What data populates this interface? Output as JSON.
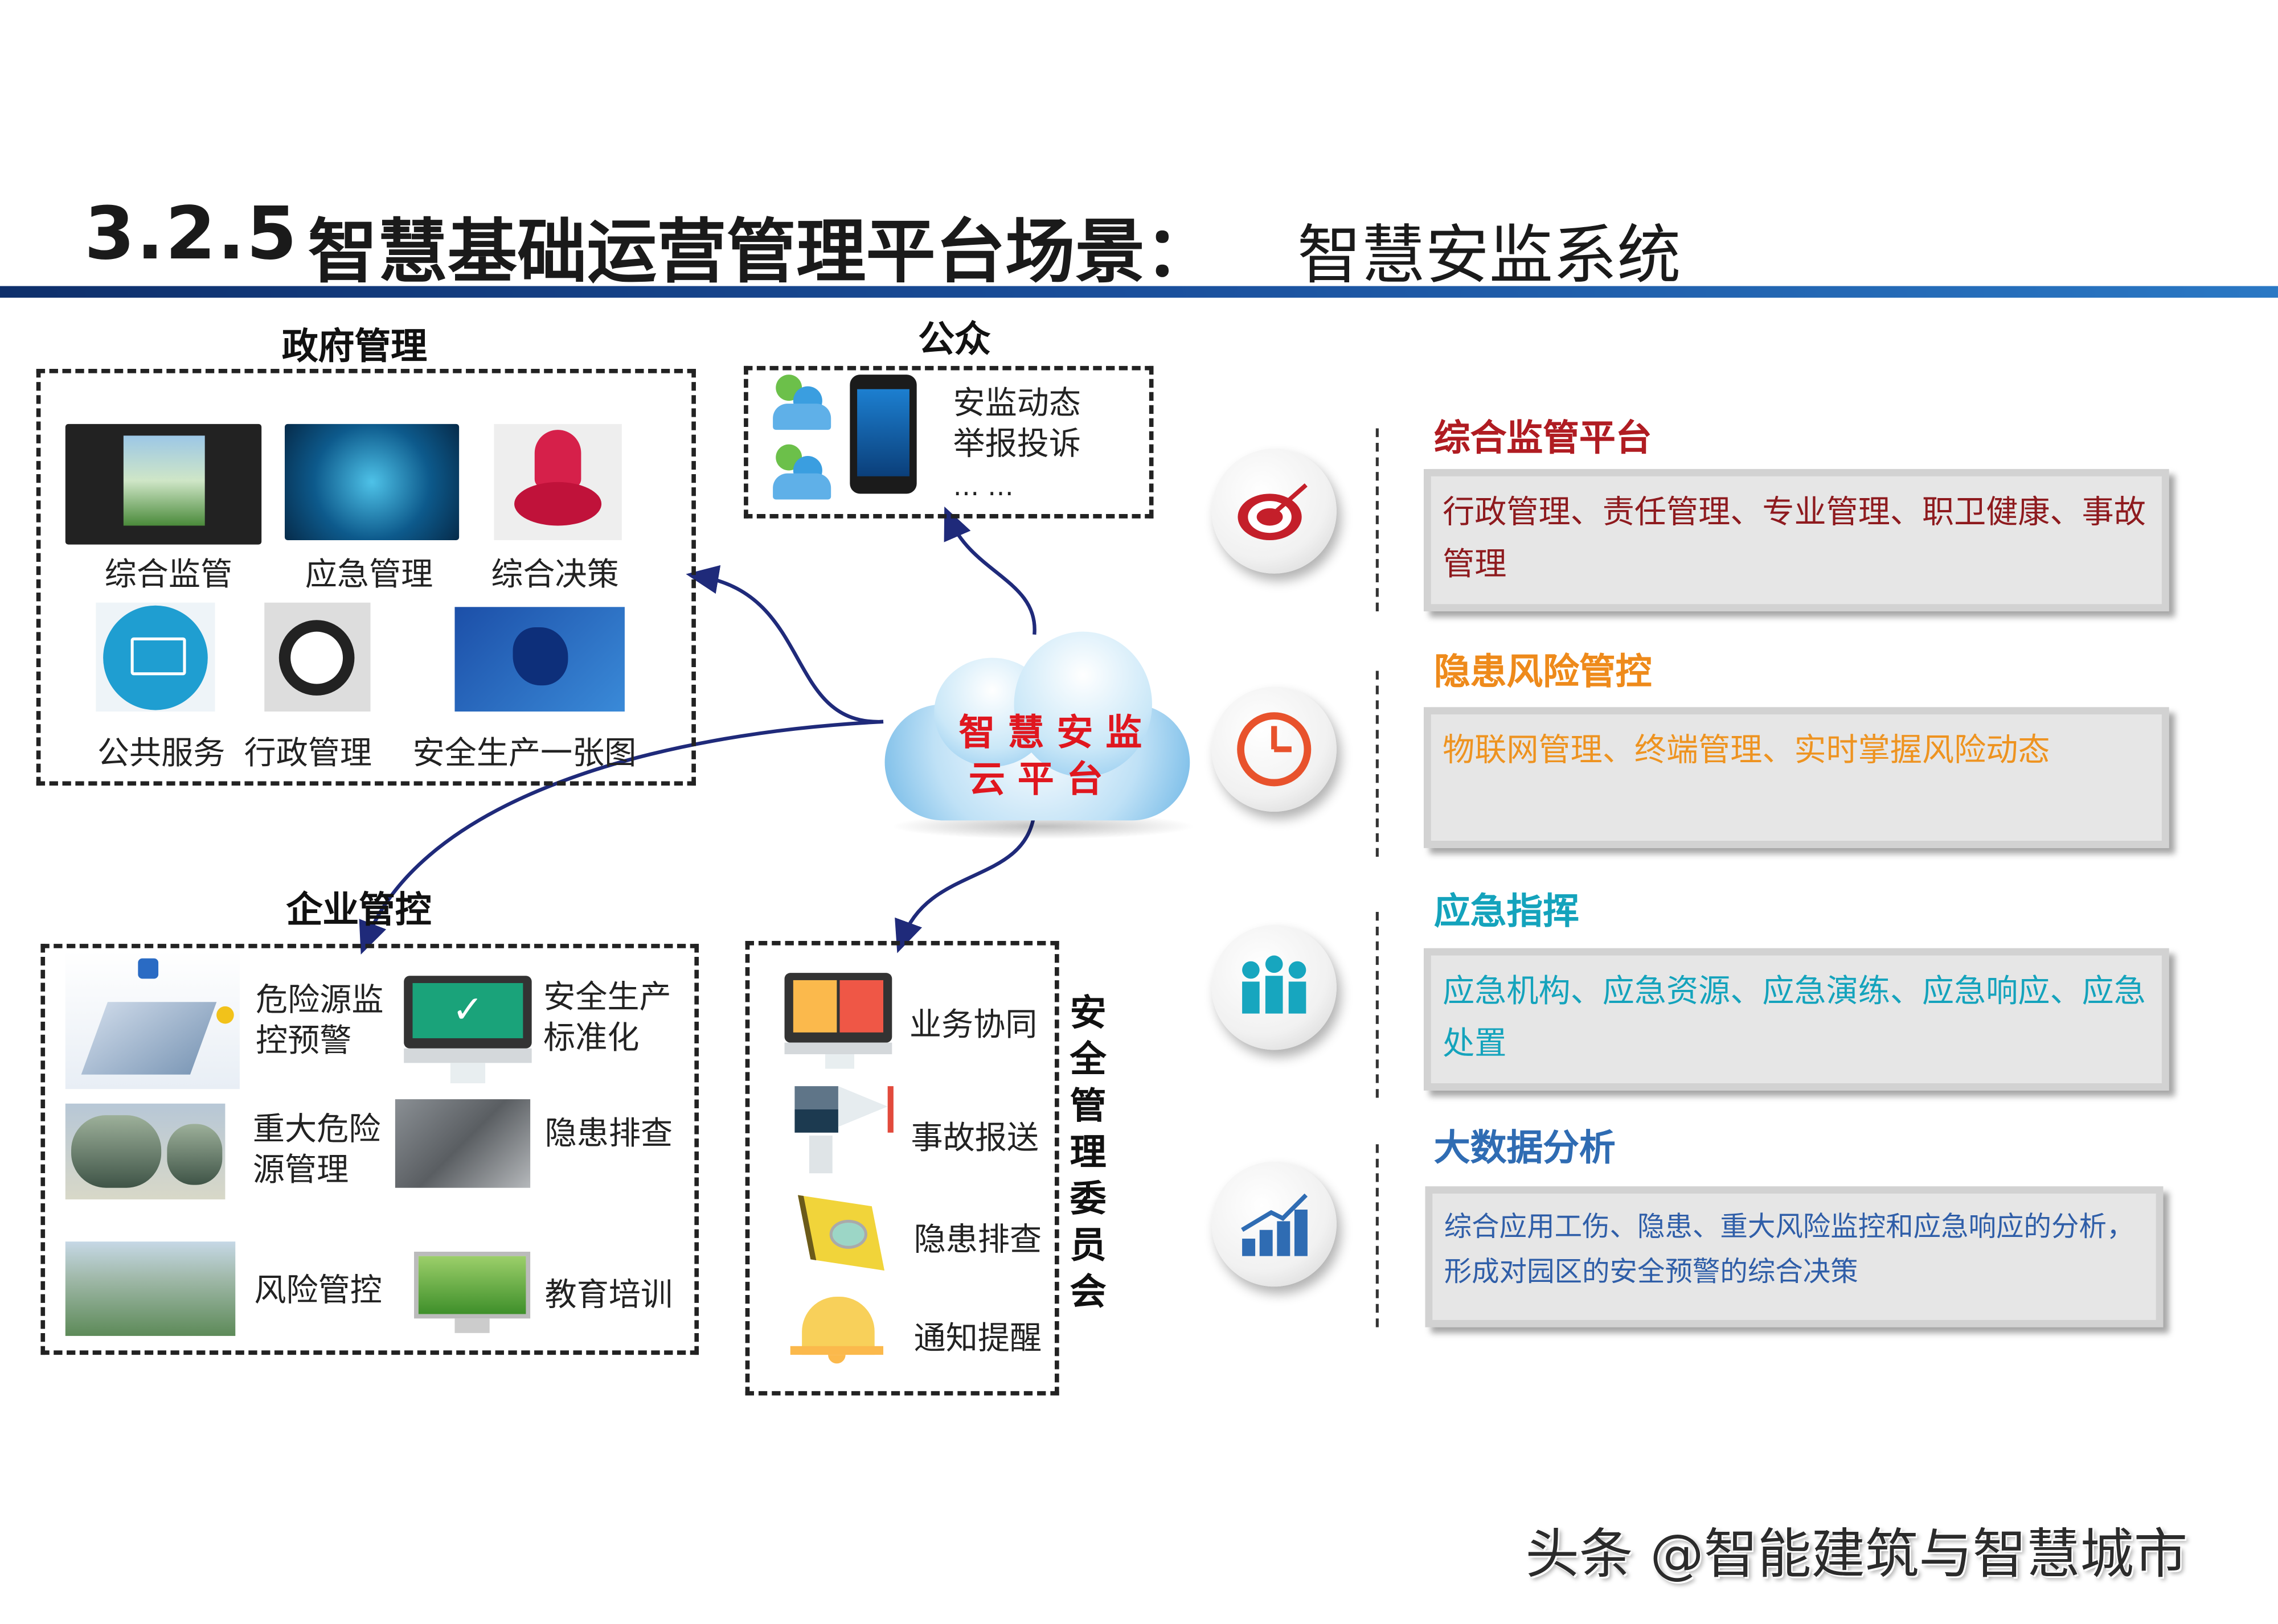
{
  "title": {
    "number": "3.2.5",
    "main": "智慧基础运营管理平台场景：",
    "sub": "智慧安监系统"
  },
  "government": {
    "label": "政府管理",
    "items": [
      {
        "label": "综合监管",
        "icon": "video-wall-icon"
      },
      {
        "label": "应急管理",
        "icon": "world-map-icon"
      },
      {
        "label": "综合决策",
        "icon": "pushpin-icon"
      },
      {
        "label": "公共服务",
        "icon": "computer-circle-icon"
      },
      {
        "label": "行政管理",
        "icon": "meeting-table-icon"
      },
      {
        "label": "安全生产一张图",
        "icon": "dashboard-map-icon"
      }
    ]
  },
  "public": {
    "label": "公众",
    "lines": [
      "安监动态",
      "举报投诉",
      "… …"
    ]
  },
  "cloud": {
    "line1": "智 慧 安 监",
    "line2": "云 平 台"
  },
  "enterprise": {
    "label": "企业管控",
    "items": [
      {
        "line1": "危险源监",
        "line2": "控预警"
      },
      {
        "line1": "安全生产",
        "line2": "标准化"
      },
      {
        "line1": "重大危险",
        "line2": "源管理"
      },
      {
        "line1": "隐患排查",
        "line2": ""
      },
      {
        "line1": "风险管控",
        "line2": ""
      },
      {
        "line1": "教育培训",
        "line2": ""
      }
    ]
  },
  "safety_committee": {
    "label": "安全管理委员会",
    "items": [
      "业务协同",
      "事故报送",
      "隐患排查",
      "通知提醒"
    ]
  },
  "features": [
    {
      "title": "综合监管平台",
      "desc": "行政管理、责任管理、专业管理、职卫健康、事故管理",
      "color": "#b01c22",
      "icon": "target-icon"
    },
    {
      "title": "隐患风险管控",
      "desc": "物联网管理、终端管理、实时掌握风险动态",
      "color": "#ee8a1b",
      "icon": "clock-icon"
    },
    {
      "title": "应急指挥",
      "desc": "应急机构、应急资源、应急演练、应急响应、应急处置",
      "color": "#14a3bc",
      "icon": "people-icon"
    },
    {
      "title": "大数据分析",
      "desc": "综合应用工伤、隐患、重大风险监控和应急响应的分析，形成对园区的安全预警的综合决策",
      "color": "#2f6cb3",
      "icon": "growth-chart-icon"
    }
  ],
  "watermark": "头条 @智能建筑与智慧城市"
}
